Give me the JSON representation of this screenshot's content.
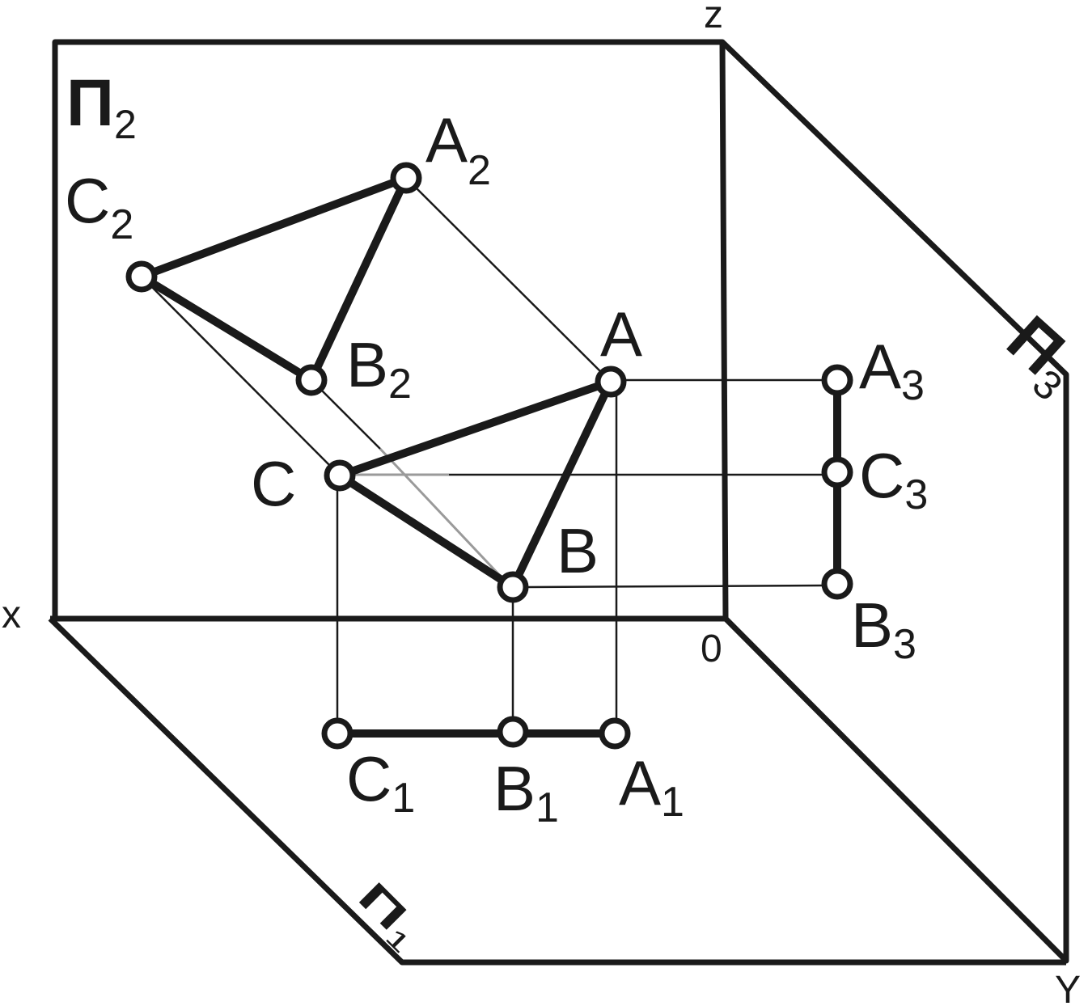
{
  "axes": {
    "x": "x",
    "y": "Y",
    "z": "z",
    "origin": "0"
  },
  "planes": {
    "p2": {
      "letter": "П",
      "index": "2"
    },
    "p3": {
      "letter": "П",
      "index": "3"
    },
    "p1": {
      "letter": "П",
      "index": "1"
    }
  },
  "points": {
    "A": {
      "letter": "A",
      "index": ""
    },
    "B": {
      "letter": "B",
      "index": ""
    },
    "C": {
      "letter": "C",
      "index": ""
    },
    "A1": {
      "letter": "A",
      "index": "1"
    },
    "B1": {
      "letter": "B",
      "index": "1"
    },
    "C1": {
      "letter": "C",
      "index": "1"
    },
    "A2": {
      "letter": "A",
      "index": "2"
    },
    "B2": {
      "letter": "B",
      "index": "2"
    },
    "C2": {
      "letter": "C",
      "index": "2"
    },
    "A3": {
      "letter": "A",
      "index": "3"
    },
    "B3": {
      "letter": "B",
      "index": "3"
    },
    "C3": {
      "letter": "C",
      "index": "3"
    }
  },
  "colors": {
    "ink": "#1a1a1a",
    "thin_gray": "#9a9a9a",
    "paper": "#ffffff"
  }
}
